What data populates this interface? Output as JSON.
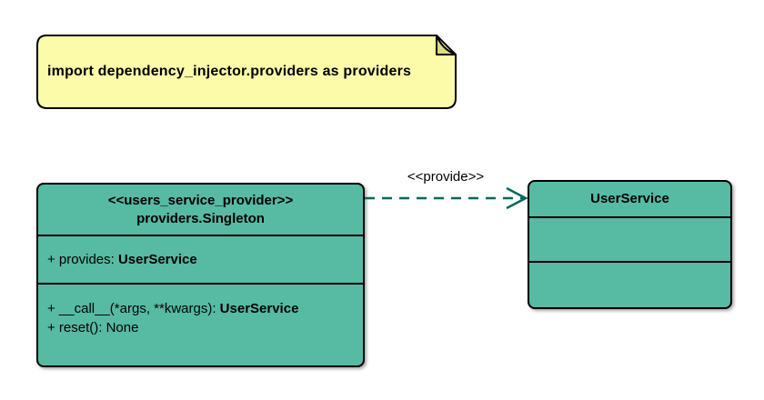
{
  "colors": {
    "canvas": "#FFFFFF",
    "class-fill": "#57BAA3",
    "note-fill": "#FBFBA9",
    "note-fold": "#D9D98A",
    "outline": "#000000",
    "arrow": "#00695C"
  },
  "note": {
    "text": "import dependency_injector.providers as providers"
  },
  "provider_class": {
    "stereotype": "<<users_service_provider>>",
    "name": "providers.Singleton",
    "attributes": [
      {
        "text": "+ provides: ",
        "type_bold": "UserService"
      }
    ],
    "methods": [
      {
        "text": "+ __call__(*args, **kwargs): ",
        "type_bold": "UserService"
      },
      {
        "text": "+ reset(): None",
        "type_bold": ""
      }
    ]
  },
  "user_service_class": {
    "name": "UserService"
  },
  "relation": {
    "label": "<<provide>>"
  }
}
